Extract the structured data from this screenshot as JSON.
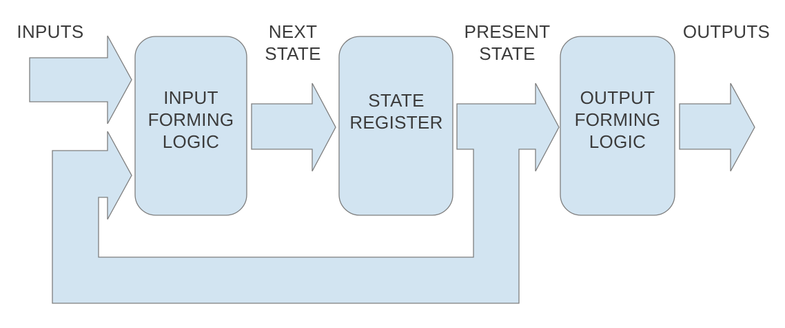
{
  "diagram": {
    "type": "block-diagram",
    "subject": "state-machine-structure",
    "flow_labels": {
      "inputs": "INPUTS",
      "next_state": [
        "NEXT",
        "STATE"
      ],
      "present_state": [
        "PRESENT",
        "STATE"
      ],
      "outputs": "OUTPUTS"
    },
    "blocks": [
      {
        "id": "input-forming-logic",
        "lines": [
          "INPUT",
          "FORMING",
          "LOGIC"
        ]
      },
      {
        "id": "state-register",
        "lines": [
          "STATE",
          "REGISTER"
        ]
      },
      {
        "id": "output-forming-logic",
        "lines": [
          "OUTPUT",
          "FORMING",
          "LOGIC"
        ]
      }
    ],
    "connections": [
      "inputs -> input-forming-logic",
      "input-forming-logic -> state-register (next state)",
      "state-register -> output-forming-logic (present state)",
      "output-forming-logic -> outputs",
      "present state -> feedback -> input-forming-logic"
    ],
    "colors": {
      "shape_fill": "#d2e4f1",
      "shape_stroke": "#7d7d7d",
      "text": "#3b3b3b",
      "background": "#ffffff"
    }
  }
}
